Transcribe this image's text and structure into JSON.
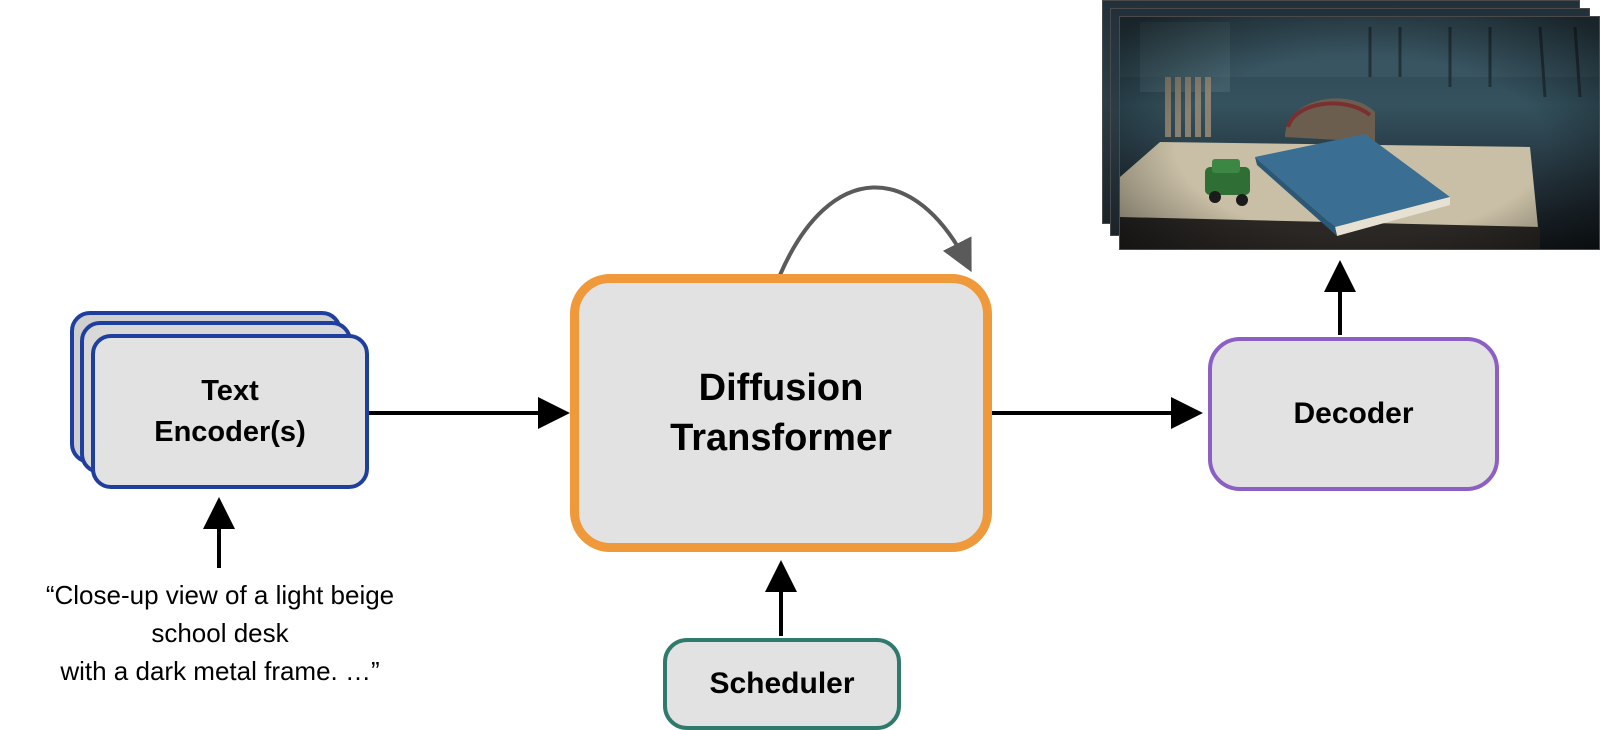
{
  "diagram": {
    "text_encoder": {
      "label": "Text\nEncoder(s)"
    },
    "diffusion_transformer": {
      "label": "Diffusion\nTransformer"
    },
    "decoder": {
      "label": "Decoder"
    },
    "scheduler": {
      "label": "Scheduler"
    },
    "prompt": {
      "text": "“Close-up view of a light beige\nschool desk\nwith a dark metal frame. …”"
    },
    "generated_frames": {
      "count": 3
    }
  },
  "colors": {
    "text_encoder_border": "#1f3f9e",
    "diffusion_transformer_border": "#f0993a",
    "decoder_border": "#8c5fc4",
    "scheduler_border": "#2f7a6d",
    "box_fill": "#e2e2e2",
    "arrow": "#000000",
    "loop_arrow": "#5a5a5a"
  }
}
